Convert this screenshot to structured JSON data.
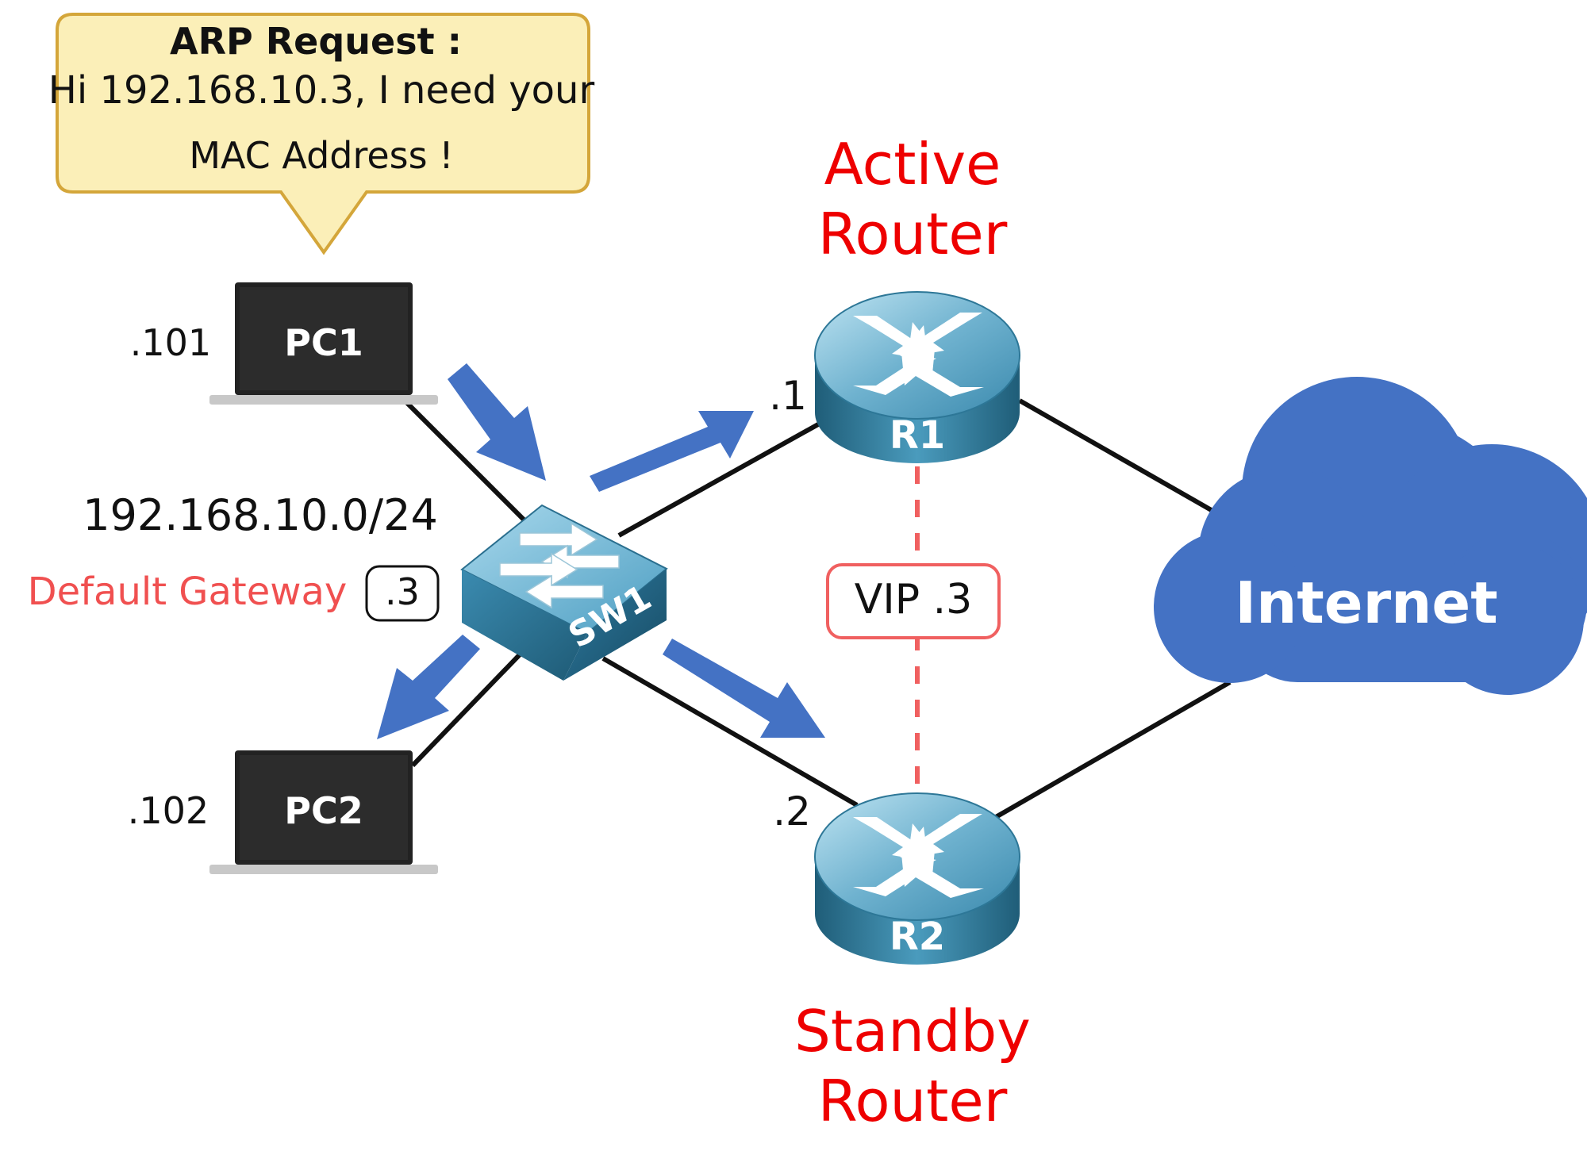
{
  "callout": {
    "title": "ARP Request :",
    "line1": "Hi 192.168.10.3, I need your",
    "line2": "MAC Address !"
  },
  "pc1": {
    "label": "PC1",
    "ip_suffix": ".101"
  },
  "pc2": {
    "label": "PC2",
    "ip_suffix": ".102"
  },
  "subnet": "192.168.10.0/24",
  "gateway": {
    "label": "Default Gateway",
    "value": ".3"
  },
  "switch": {
    "label": "SW1"
  },
  "r1": {
    "label": "R1",
    "ip_suffix": ".1",
    "role_line1": "Active",
    "role_line2": "Router"
  },
  "r2": {
    "label": "R2",
    "ip_suffix": ".2",
    "role_line1": "Standby",
    "role_line2": "Router"
  },
  "vip": "VIP .3",
  "internet": "Internet",
  "colors": {
    "arrow": "#4472c4",
    "cloud": "#4472c4",
    "role_text": "#ee0000",
    "gateway_text": "#f05050",
    "vip_border": "#f06060",
    "callout_fill": "#fbefb8",
    "callout_border": "#d4a63a"
  }
}
